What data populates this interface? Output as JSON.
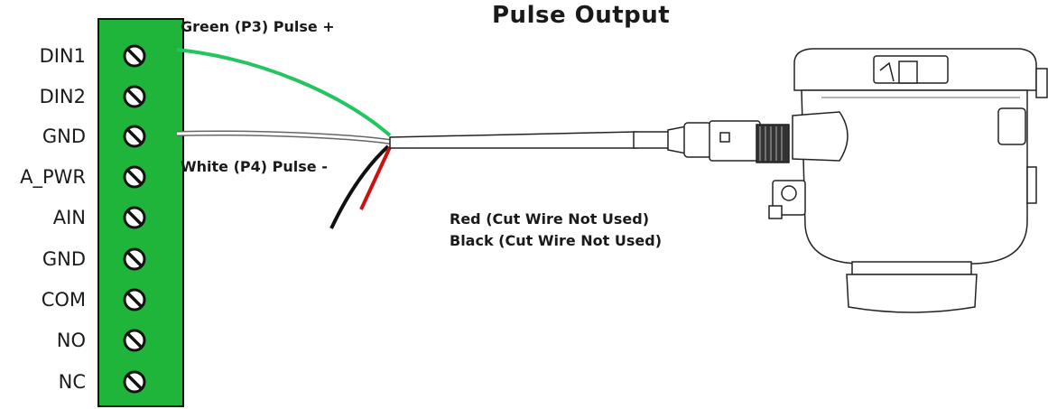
{
  "title": "Pulse Output",
  "terminal": {
    "pins": [
      "DIN1",
      "DIN2",
      "GND",
      "A_PWR",
      "AIN",
      "GND",
      "COM",
      "NO",
      "NC"
    ]
  },
  "wires": {
    "green_label": "Green (P3) Pulse +",
    "white_label": "White (P4) Pulse -",
    "red_label": "Red (Cut Wire Not Used)",
    "black_label": "Black (Cut Wire Not Used)"
  },
  "colors": {
    "terminal_green": "#1eb53a",
    "wire_green": "#22c55e",
    "wire_red": "#cc1111",
    "wire_black": "#111111"
  }
}
